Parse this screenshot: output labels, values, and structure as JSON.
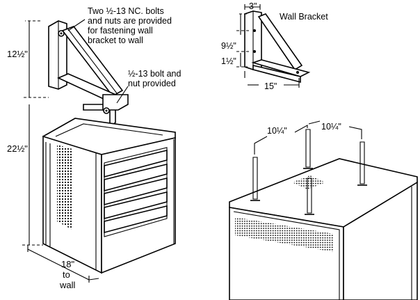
{
  "left": {
    "note_top": [
      "Two ½-13 NC. bolts",
      "and nuts are provided",
      "for fastening wall",
      "bracket to wall"
    ],
    "note_mid": [
      "½-13 bolt and",
      "nut provided"
    ],
    "dim_height_bracket": "12½\"",
    "dim_height_unit": "22½\"",
    "dim_depth": [
      "18\"",
      "to",
      "wall"
    ]
  },
  "bracket": {
    "title": "Wall Bracket",
    "dim_top": "3\"",
    "dim_mid": "9½\"",
    "dim_bottom": "1½\"",
    "dim_length": "15\""
  },
  "ceiling": {
    "dim_left": "10¼\"",
    "dim_right": "10¼\""
  }
}
